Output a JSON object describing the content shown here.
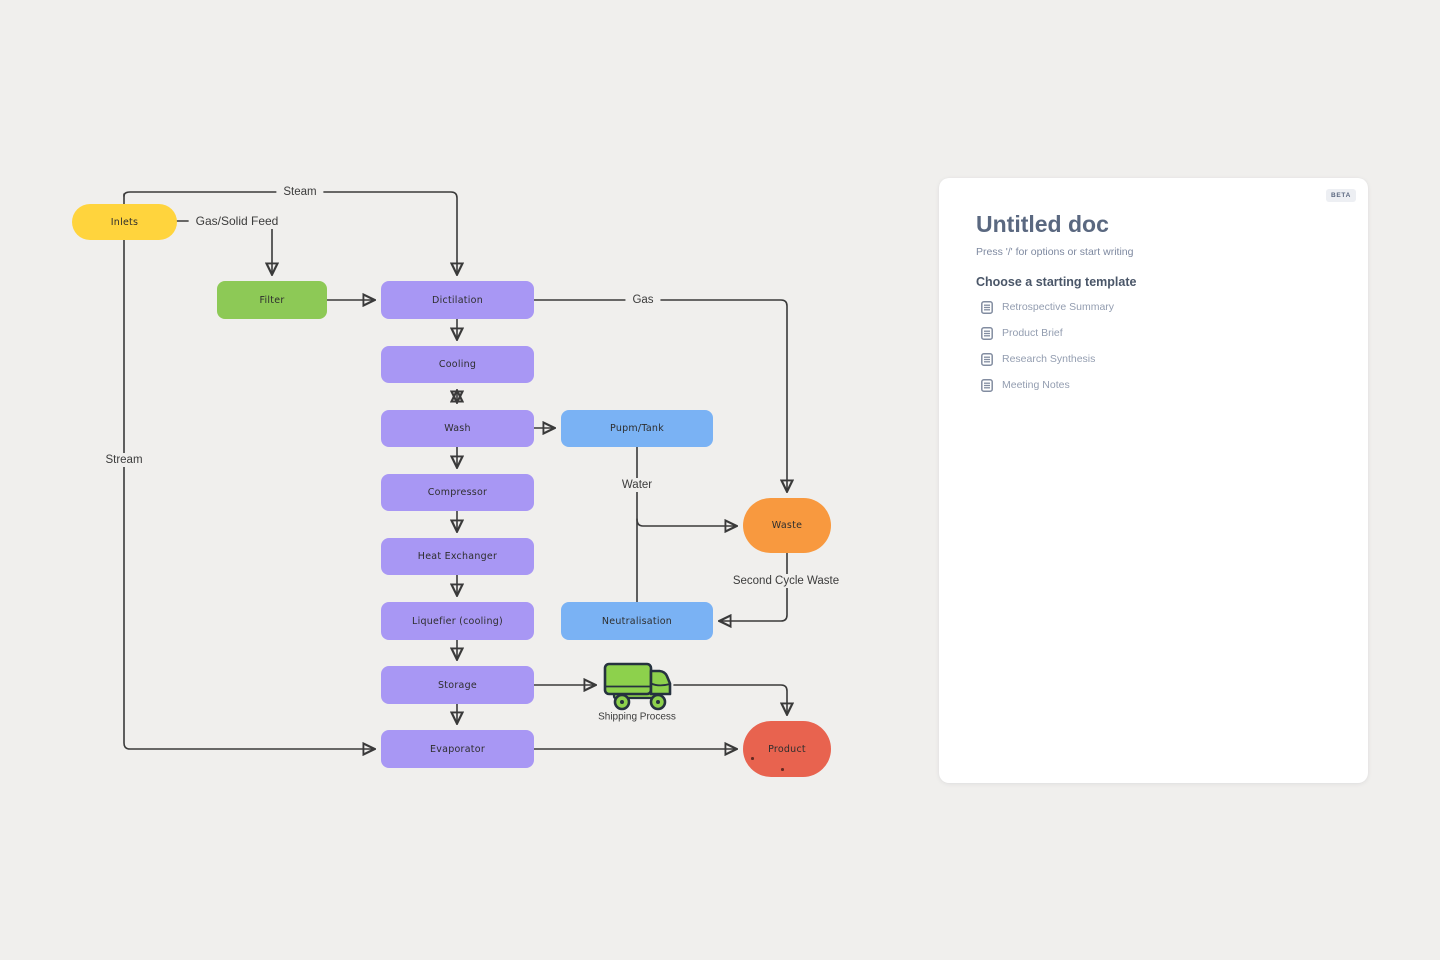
{
  "canvas": {
    "background_color": "#F0EFED",
    "connector_color": "#3A3A3A"
  },
  "diagram": {
    "nodes": {
      "inlets": {
        "label": "Inlets",
        "color": "#FFD43D",
        "shape": "pill"
      },
      "filter": {
        "label": "Filter",
        "color": "#8DC956",
        "shape": "rect"
      },
      "dictilation": {
        "label": "Dictilation",
        "color": "#A897F4",
        "shape": "rect"
      },
      "cooling": {
        "label": "Cooling",
        "color": "#A897F4",
        "shape": "rect"
      },
      "wash": {
        "label": "Wash",
        "color": "#A897F4",
        "shape": "rect"
      },
      "pump_tank": {
        "label": "Pupm/Tank",
        "color": "#7AB2F4",
        "shape": "rect"
      },
      "compressor": {
        "label": "Compressor",
        "color": "#A897F4",
        "shape": "rect"
      },
      "heat_exchanger": {
        "label": "Heat Exchanger",
        "color": "#A897F4",
        "shape": "rect"
      },
      "liquefier": {
        "label": "Liquefier (cooling)",
        "color": "#A897F4",
        "shape": "rect"
      },
      "storage": {
        "label": "Storage",
        "color": "#A897F4",
        "shape": "rect"
      },
      "evaporator": {
        "label": "Evaporator",
        "color": "#A897F4",
        "shape": "rect"
      },
      "neutralisation": {
        "label": "Neutralisation",
        "color": "#7AB2F4",
        "shape": "rect"
      },
      "waste": {
        "label": "Waste",
        "color": "#F8993F",
        "shape": "pill"
      },
      "product": {
        "label": "Product",
        "color": "#E8634F",
        "shape": "pill"
      }
    },
    "edge_labels": {
      "steam": "Steam",
      "gas_solid_feed": "Gas/Solid Feed",
      "gas": "Gas",
      "water": "Water",
      "stream": "Stream",
      "second_cycle_waste": "Second Cycle Waste",
      "shipping_process": "Shipping Process"
    },
    "icons": {
      "shipping_truck": "truck-icon"
    }
  },
  "doc_panel": {
    "beta_badge": "BETA",
    "title": "Untitled doc",
    "placeholder": "Press '/' for options or start writing",
    "templates_heading": "Choose a starting template",
    "templates": [
      {
        "icon": "document-lines-icon",
        "label": "Retrospective Summary"
      },
      {
        "icon": "document-lines-icon",
        "label": "Product Brief"
      },
      {
        "icon": "document-lines-icon",
        "label": "Research Synthesis"
      },
      {
        "icon": "document-lines-icon",
        "label": "Meeting Notes"
      }
    ]
  }
}
